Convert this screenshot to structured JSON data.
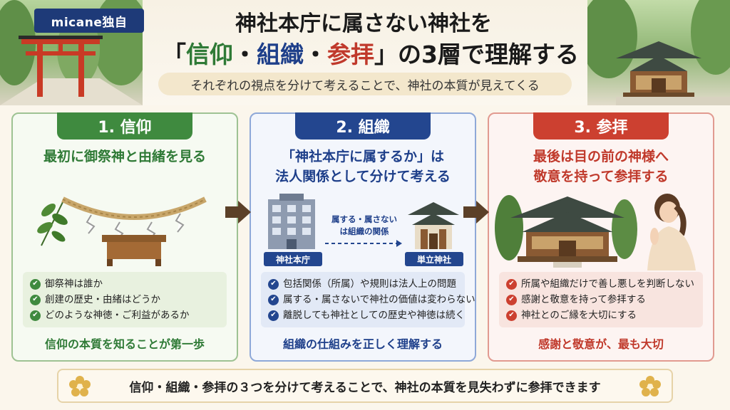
{
  "header": {
    "brand": "micane独自",
    "title_line1": "神社本庁に属さない神社を",
    "title_open": "「",
    "title_kw1": "信仰",
    "title_sep1": "・",
    "title_kw2": "組織",
    "title_sep2": "・",
    "title_kw3": "参拝",
    "title_rest": "」の3層で理解する",
    "subtitle": "それぞれの視点を分けて考えることで、神社の本質が見えてくる"
  },
  "cards": [
    {
      "tab": "1. 信仰",
      "heading_lines": [
        "最初に御祭神と由緒を見る"
      ],
      "items": [
        "御祭神は誰か",
        "創建の歴史・由緒はどうか",
        "どのような神徳・ご利益があるか"
      ],
      "footer": "信仰の本質を知ることが第一歩"
    },
    {
      "tab": "2. 組織",
      "heading_lines": [
        "「神社本庁に属するか」は",
        "法人関係として分けて考える"
      ],
      "diagram": {
        "left_label": "神社本庁",
        "right_label": "単立神社",
        "relation_lines": [
          "属する・属さない",
          "は組織の関係"
        ]
      },
      "items": [
        "包括関係（所属）や規則は法人上の問題",
        "属する・属さないで神社の価値は変わらない",
        "離脱しても神社としての歴史や神徳は続く"
      ],
      "footer": "組織の仕組みを正しく理解する"
    },
    {
      "tab": "3. 参拝",
      "heading_lines": [
        "最後は目の前の神様へ",
        "敬意を持って参拝する"
      ],
      "items": [
        "所属や組織だけで善し悪しを判断しない",
        "感謝と敬意を持って参拝する",
        "神社とのご縁を大切にする"
      ],
      "footer": "感謝と敬意が、最も大切"
    }
  ],
  "bottom": "信仰・組織・参拝の３つを分けて考えることで、神社の本質を見失わずに参拝できます",
  "icons": {
    "check": "check-icon",
    "arrow": "arrow-right-icon",
    "flower": "plum-flower-icon"
  },
  "colors": {
    "green": "#3f8a3f",
    "blue": "#23468f",
    "red": "#cc4030",
    "navy": "#1e3a78"
  }
}
